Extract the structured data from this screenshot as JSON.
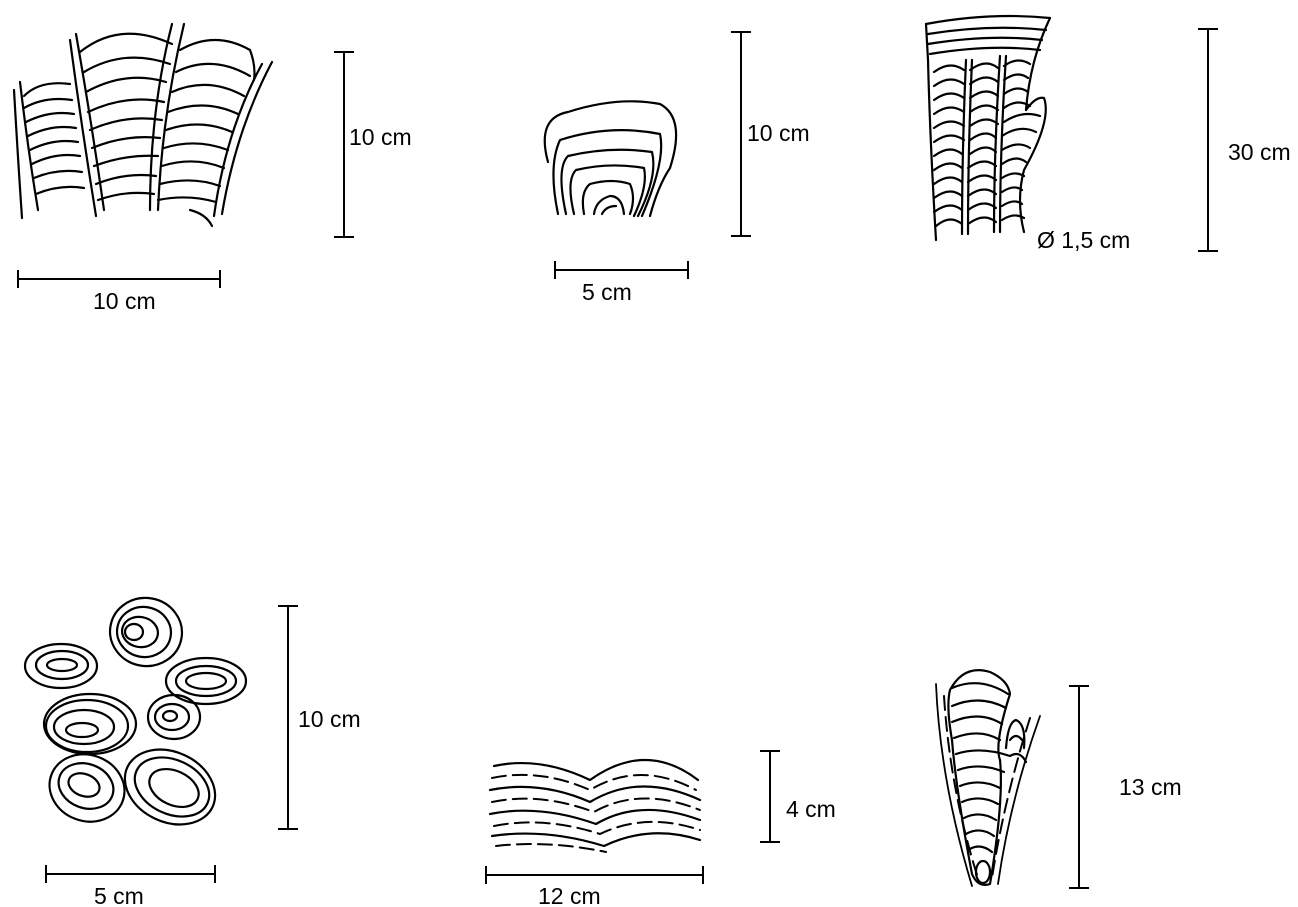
{
  "figures": [
    {
      "id": "fig1",
      "width_label": "10 cm",
      "height_label": "10 cm"
    },
    {
      "id": "fig2",
      "width_label": "5 cm",
      "height_label": "10 cm"
    },
    {
      "id": "fig3",
      "diameter_label": "Ø 1,5 cm",
      "height_label": "30 cm"
    },
    {
      "id": "fig4",
      "width_label": "5 cm",
      "height_label": "10 cm"
    },
    {
      "id": "fig5",
      "width_label": "12 cm",
      "height_label": "4 cm"
    },
    {
      "id": "fig6",
      "height_label": "13 cm"
    }
  ]
}
